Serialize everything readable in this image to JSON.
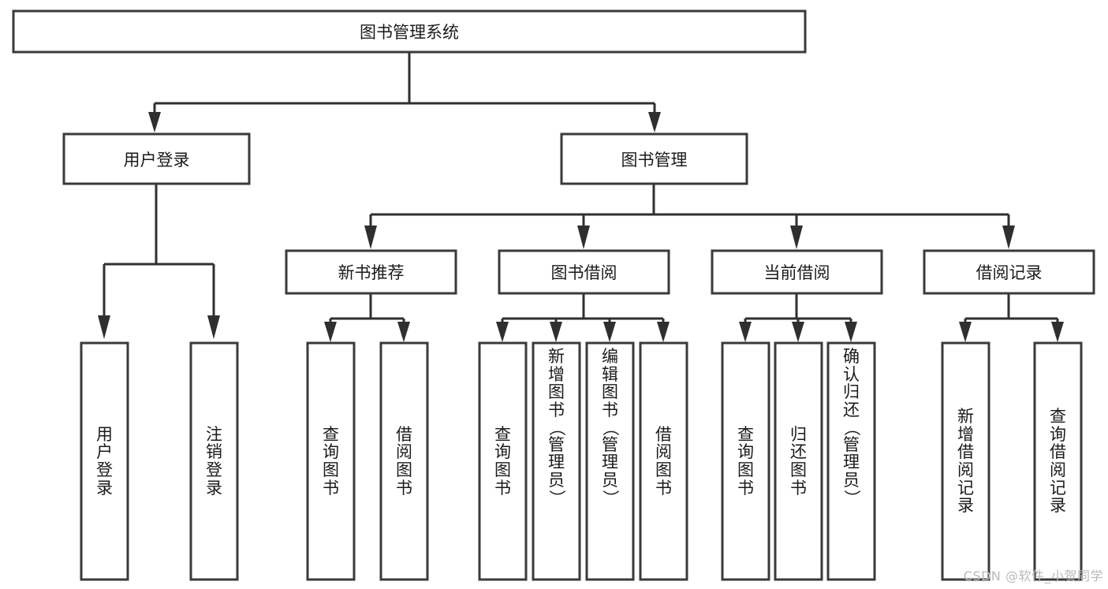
{
  "diagram": {
    "title": "图书管理系统",
    "watermark": "CSDN @软件_小贺同学",
    "style": {
      "background": "#ffffff",
      "box_stroke": "#3a3a3a",
      "box_fill": "#ffffff",
      "connector": "#2f2f2f",
      "text": "#1b1b1b",
      "watermark_color": "#b9b9b9"
    },
    "root": {
      "label": "图书管理系统"
    },
    "level2": [
      {
        "label": "用户登录"
      },
      {
        "label": "图书管理"
      }
    ],
    "level3": [
      {
        "label": "新书推荐"
      },
      {
        "label": "图书借阅"
      },
      {
        "label": "当前借阅"
      },
      {
        "label": "借阅记录"
      }
    ],
    "leaves": {
      "user_login": [
        {
          "label": "用户登录"
        },
        {
          "label": "注销登录"
        }
      ],
      "new_book_recommend": [
        {
          "label": "查询图书"
        },
        {
          "label": "借阅图书"
        }
      ],
      "book_borrow": [
        {
          "label": "查询图书"
        },
        {
          "label": "新增图书（管理员）"
        },
        {
          "label": "编辑图书（管理员）"
        },
        {
          "label": "借阅图书"
        }
      ],
      "current_borrow": [
        {
          "label": "查询图书"
        },
        {
          "label": "归还图书"
        },
        {
          "label": "确认归还（管理员）"
        }
      ],
      "borrow_record": [
        {
          "label": "新增借阅记录"
        },
        {
          "label": "查询借阅记录"
        }
      ]
    }
  },
  "chart_data": {
    "type": "diagram",
    "title": "图书管理系统",
    "orientation": "top-down-tree",
    "nodes": [
      {
        "id": "root",
        "label": "图书管理系统",
        "level": 0,
        "parent": null
      },
      {
        "id": "n-user-login",
        "label": "用户登录",
        "level": 1,
        "parent": "root"
      },
      {
        "id": "n-book-mgmt",
        "label": "图书管理",
        "level": 1,
        "parent": "root"
      },
      {
        "id": "n-new-book",
        "label": "新书推荐",
        "level": 2,
        "parent": "n-book-mgmt"
      },
      {
        "id": "n-book-borrow",
        "label": "图书借阅",
        "level": 2,
        "parent": "n-book-mgmt"
      },
      {
        "id": "n-current-borrow",
        "label": "当前借阅",
        "level": 2,
        "parent": "n-book-mgmt"
      },
      {
        "id": "n-borrow-record",
        "label": "借阅记录",
        "level": 2,
        "parent": "n-book-mgmt"
      },
      {
        "id": "l-user-login",
        "label": "用户登录",
        "level": 2,
        "parent": "n-user-login"
      },
      {
        "id": "l-logout",
        "label": "注销登录",
        "level": 2,
        "parent": "n-user-login"
      },
      {
        "id": "l-nb-query",
        "label": "查询图书",
        "level": 3,
        "parent": "n-new-book"
      },
      {
        "id": "l-nb-borrow",
        "label": "借阅图书",
        "level": 3,
        "parent": "n-new-book"
      },
      {
        "id": "l-bb-query",
        "label": "查询图书",
        "level": 3,
        "parent": "n-book-borrow"
      },
      {
        "id": "l-bb-add",
        "label": "新增图书（管理员）",
        "level": 3,
        "parent": "n-book-borrow"
      },
      {
        "id": "l-bb-edit",
        "label": "编辑图书（管理员）",
        "level": 3,
        "parent": "n-book-borrow"
      },
      {
        "id": "l-bb-borrow",
        "label": "借阅图书",
        "level": 3,
        "parent": "n-book-borrow"
      },
      {
        "id": "l-cb-query",
        "label": "查询图书",
        "level": 3,
        "parent": "n-current-borrow"
      },
      {
        "id": "l-cb-return",
        "label": "归还图书",
        "level": 3,
        "parent": "n-current-borrow"
      },
      {
        "id": "l-cb-confirm",
        "label": "确认归还（管理员）",
        "level": 3,
        "parent": "n-current-borrow"
      },
      {
        "id": "l-br-add",
        "label": "新增借阅记录",
        "level": 3,
        "parent": "n-borrow-record"
      },
      {
        "id": "l-br-query",
        "label": "查询借阅记录",
        "level": 3,
        "parent": "n-borrow-record"
      }
    ],
    "edge_style": "orthogonal-with-arrowheads"
  }
}
